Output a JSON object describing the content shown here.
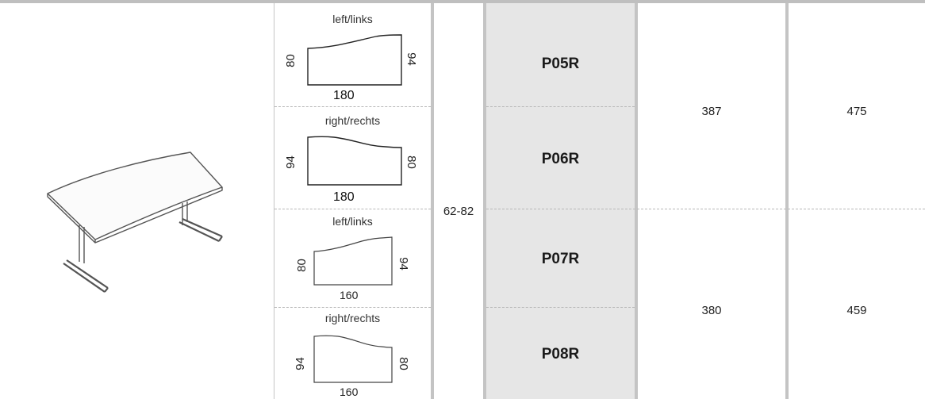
{
  "table": {
    "height_range": "62-82",
    "rows": [
      {
        "orientation": "left/links",
        "width_dim": "180",
        "left_depth": "80",
        "right_depth": "94",
        "code": "P05R"
      },
      {
        "orientation": "right/rechts",
        "width_dim": "180",
        "left_depth": "94",
        "right_depth": "80",
        "code": "P06R"
      },
      {
        "orientation": "left/links",
        "width_dim": "160",
        "left_depth": "80",
        "right_depth": "94",
        "code": "P07R"
      },
      {
        "orientation": "right/rechts",
        "width_dim": "160",
        "left_depth": "94",
        "right_depth": "80",
        "code": "P08R"
      }
    ],
    "price_groups": [
      {
        "price_a": "387",
        "price_b": "475"
      },
      {
        "price_a": "380",
        "price_b": "459"
      }
    ]
  },
  "colors": {
    "code_column_bg": "#e6e6e6",
    "grid_line": "#c4c4c4"
  }
}
